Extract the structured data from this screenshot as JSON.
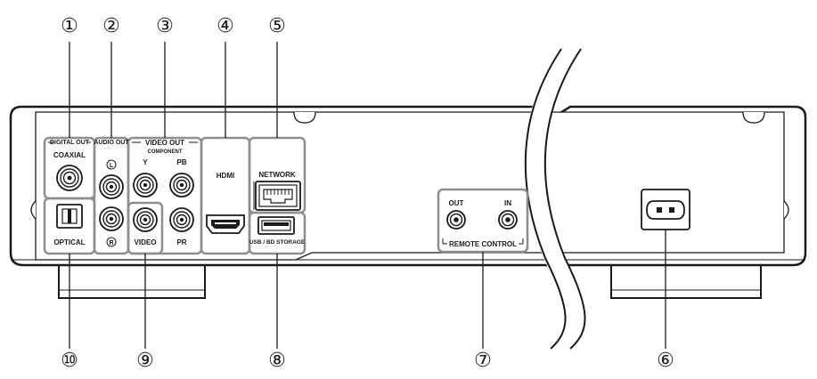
{
  "callouts": [
    {
      "id": "1",
      "glyph": "①"
    },
    {
      "id": "2",
      "glyph": "②"
    },
    {
      "id": "3",
      "glyph": "③"
    },
    {
      "id": "4",
      "glyph": "④"
    },
    {
      "id": "5",
      "glyph": "⑤"
    },
    {
      "id": "6",
      "glyph": "⑥"
    },
    {
      "id": "7",
      "glyph": "⑦"
    },
    {
      "id": "8",
      "glyph": "⑧"
    },
    {
      "id": "9",
      "glyph": "⑨"
    },
    {
      "id": "10",
      "glyph": "⑩"
    }
  ],
  "labels": {
    "digital_out": "DIGITAL OUT",
    "coaxial": "COAXIAL",
    "optical": "OPTICAL",
    "audio_out": "AUDIO OUT",
    "left": "L",
    "right": "R",
    "video_out": "VIDEO OUT",
    "component": "COMPONENT",
    "y": "Y",
    "pb": "PB",
    "pr": "PR",
    "video": "VIDEO",
    "hdmi": "HDMI",
    "network": "NETWORK",
    "usb": "USB / BD STORAGE",
    "out": "OUT",
    "in": "IN",
    "remote_control": "REMOTE CONTROL"
  },
  "colors": {
    "line": "#1a1a1a",
    "panel_fill": "#ffffff",
    "group_border": "#9a9a9a",
    "metal": "#d8d8d8"
  }
}
